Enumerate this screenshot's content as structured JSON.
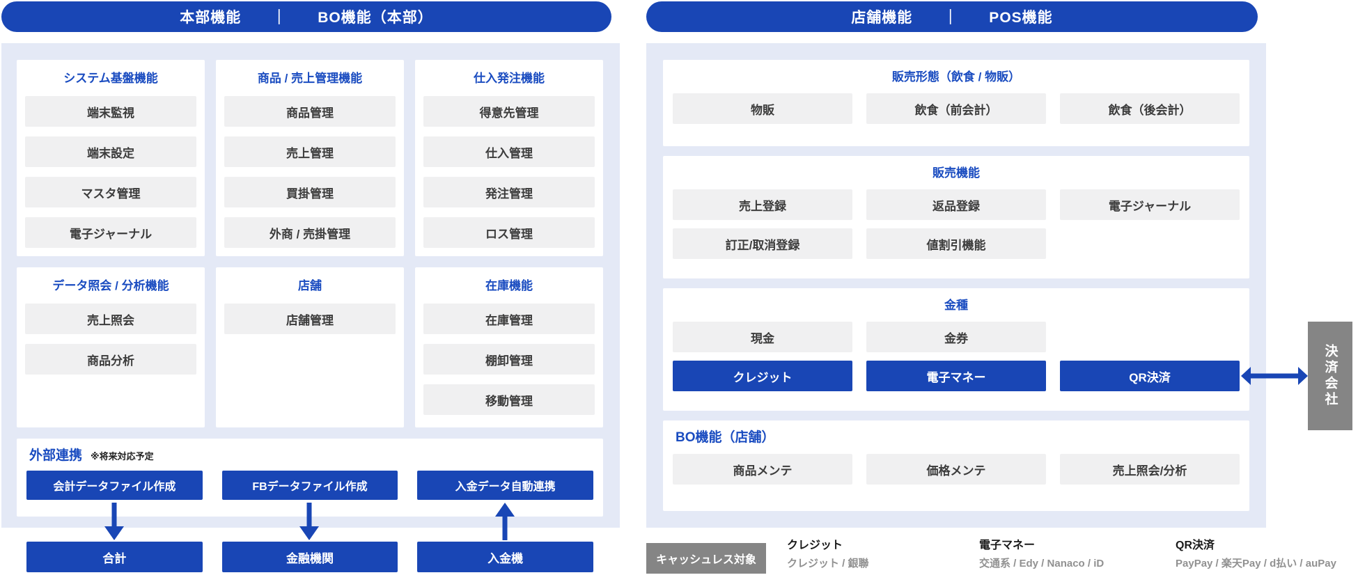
{
  "colors": {
    "primary_blue": "#1946b5",
    "title_blue": "#1a4cc0",
    "panel_lavender": "#e4e9f6",
    "item_gray": "#f0f0f1",
    "box_gray": "#858585"
  },
  "header_left": {
    "title": "本部機能　　｜　　BO機能（本部）"
  },
  "header_right": {
    "title": "店舗機能　　｜　　POS機能"
  },
  "left_panel": {
    "cards": [
      {
        "title": "システム基盤機能",
        "items": [
          "端末監視",
          "端末設定",
          "マスタ管理",
          "電子ジャーナル"
        ]
      },
      {
        "title": "商品 / 売上管理機能",
        "items": [
          "商品管理",
          "売上管理",
          "買掛管理",
          "外商 / 売掛管理"
        ]
      },
      {
        "title": "仕入発注機能",
        "items": [
          "得意先管理",
          "仕入管理",
          "発注管理",
          "ロス管理"
        ]
      },
      {
        "title": "データ照会 / 分析機能",
        "items": [
          "売上照会",
          "商品分析"
        ]
      },
      {
        "title": "店舗",
        "items": [
          "店舗管理"
        ]
      },
      {
        "title": "在庫機能",
        "items": [
          "在庫管理",
          "棚卸管理",
          "移動管理"
        ]
      }
    ],
    "external": {
      "title": "外部連携",
      "note": "※将来対応予定",
      "buttons": [
        "会計データファイル作成",
        "FBデータファイル作成",
        "入金データ自動連携"
      ]
    },
    "bottom_buttons": [
      "合計",
      "金融機関",
      "入金機"
    ]
  },
  "right_panel": {
    "cards": [
      {
        "title": "販売形態（飲食 / 物販）",
        "items": [
          "物販",
          "飲食（前会計）",
          "飲食（後会計）"
        ]
      },
      {
        "title": "販売機能",
        "items": [
          "売上登録",
          "返品登録",
          "電子ジャーナル",
          "訂正/取消登録",
          "値割引機能"
        ]
      },
      {
        "title": "金種",
        "gray_items": [
          "現金",
          "金券"
        ],
        "blue_items": [
          "クレジット",
          "電子マネー",
          "QR決済"
        ]
      },
      {
        "title": "BO機能（店舗）",
        "items": [
          "商品メンテ",
          "価格メンテ",
          "売上照会/分析"
        ]
      }
    ]
  },
  "payment_company": {
    "label": "決済会社"
  },
  "legend": {
    "badge": "キャッシュレス対象",
    "columns": [
      {
        "title": "クレジット",
        "sub": "クレジット / 銀聯"
      },
      {
        "title": "電子マネー",
        "sub": "交通系 / Edy / Nanaco / iD"
      },
      {
        "title": "QR決済",
        "sub": "PayPay / 楽天Pay / d払い / auPay"
      }
    ]
  }
}
